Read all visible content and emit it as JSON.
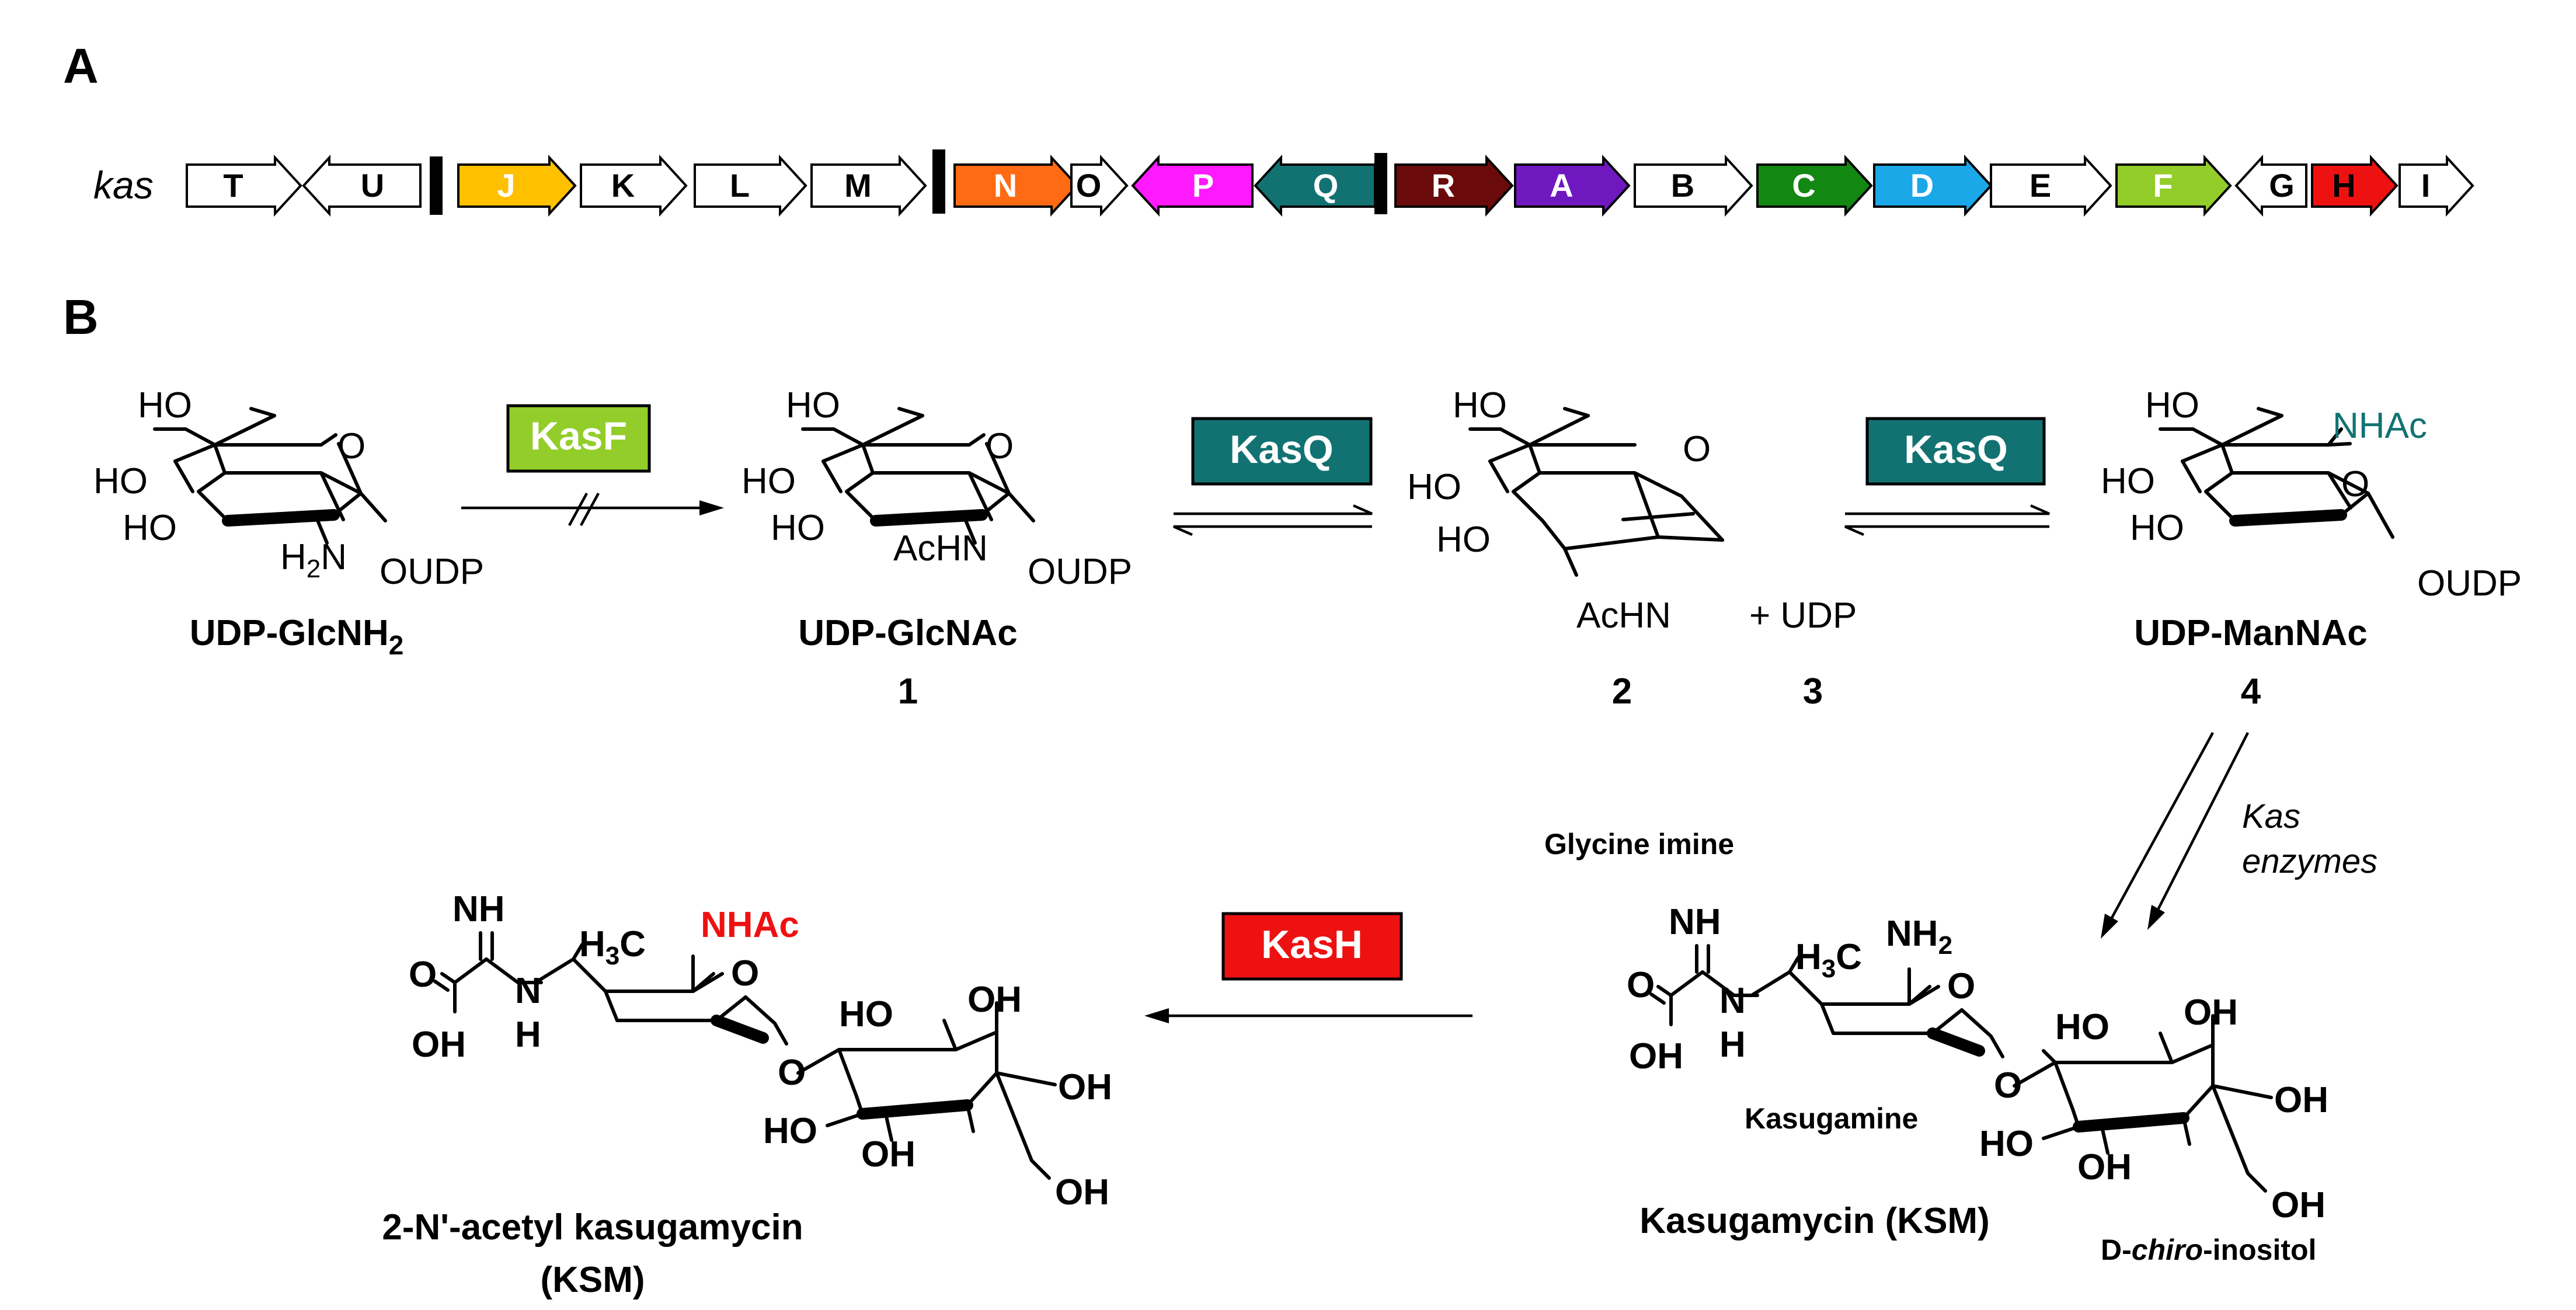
{
  "panels": {
    "a": "A",
    "b": "B"
  },
  "cluster_label": "kas",
  "genes": [
    {
      "id": "T",
      "dir": "right",
      "color": "#ffffff",
      "text": "#000000"
    },
    {
      "id": "U",
      "dir": "left",
      "color": "#ffffff",
      "text": "#000000"
    },
    {
      "id": "J",
      "dir": "right",
      "color": "#ffc000",
      "text": "#ffffff"
    },
    {
      "id": "K",
      "dir": "right",
      "color": "#ffffff",
      "text": "#000000"
    },
    {
      "id": "L",
      "dir": "right",
      "color": "#ffffff",
      "text": "#000000"
    },
    {
      "id": "M",
      "dir": "right",
      "color": "#ffffff",
      "text": "#000000"
    },
    {
      "id": "N",
      "dir": "right",
      "color": "#ff6a13",
      "text": "#ffffff"
    },
    {
      "id": "O",
      "dir": "right",
      "color": "#ffffff",
      "text": "#000000"
    },
    {
      "id": "P",
      "dir": "left",
      "color": "#ff19ff",
      "text": "#ffffff"
    },
    {
      "id": "Q",
      "dir": "left",
      "color": "#127272",
      "text": "#ffffff"
    },
    {
      "id": "R",
      "dir": "right",
      "color": "#6a0a0a",
      "text": "#ffffff"
    },
    {
      "id": "A",
      "dir": "right",
      "color": "#7018c0",
      "text": "#ffffff"
    },
    {
      "id": "B",
      "dir": "right",
      "color": "#ffffff",
      "text": "#000000"
    },
    {
      "id": "C",
      "dir": "right",
      "color": "#128712",
      "text": "#ffffff"
    },
    {
      "id": "D",
      "dir": "right",
      "color": "#1aa8e8",
      "text": "#ffffff"
    },
    {
      "id": "E",
      "dir": "right",
      "color": "#ffffff",
      "text": "#000000"
    },
    {
      "id": "F",
      "dir": "right",
      "color": "#92cd2a",
      "text": "#ffffff"
    },
    {
      "id": "G",
      "dir": "left",
      "color": "#ffffff",
      "text": "#000000"
    },
    {
      "id": "H",
      "dir": "right",
      "color": "#ee1111",
      "text": "#000000"
    },
    {
      "id": "I",
      "dir": "right",
      "color": "#ffffff",
      "text": "#000000"
    }
  ],
  "enzymes": {
    "kasf": {
      "label": "KasF",
      "color": "#92cd2a"
    },
    "kasq1": {
      "label": "KasQ",
      "color": "#127272"
    },
    "kasq2": {
      "label": "KasQ",
      "color": "#127272"
    },
    "kash": {
      "label": "KasH",
      "color": "#ee1111"
    }
  },
  "compounds": {
    "udp_glcnh2": "UDP-GlcNH",
    "udp_glcnh2_sub": "2",
    "udp_glcnac": "UDP-GlcNAc",
    "udp_mannac": "UDP-ManNAc",
    "num_1": "1",
    "num_2": "2",
    "num_3": "3",
    "num_4": "4",
    "plus_udp": "+ UDP",
    "acetyl_ksm": "2-N'-acetyl kasugamycin",
    "acetyl_ksm_abbr": "(KSM)",
    "ksm": "Kasugamycin (KSM)"
  },
  "parts": {
    "glycine_imine": "Glycine imine",
    "kasugamine": "Kasugamine",
    "inositol_prefix": "D-",
    "inositol_italic": "chiro",
    "inositol_suffix": "-inositol"
  },
  "kas_enzymes": {
    "line1": "Kas",
    "line2": "enzymes"
  },
  "atoms": {
    "ho": "HO",
    "oh": "OH",
    "o": "O",
    "h": "H",
    "n": "N",
    "nh": "NH",
    "udp": "OUDP",
    "achn": "AcHN",
    "nhac": "NHAc",
    "h2n": "H",
    "h2n_sub": "2",
    "nh2": "NH",
    "nh2_sub": "2",
    "h3c": "H",
    "h3c_sub": "3",
    "h3c_c": "C"
  },
  "colors": {
    "nhac_teal": "#127272",
    "nhac_red": "#ee1111"
  }
}
